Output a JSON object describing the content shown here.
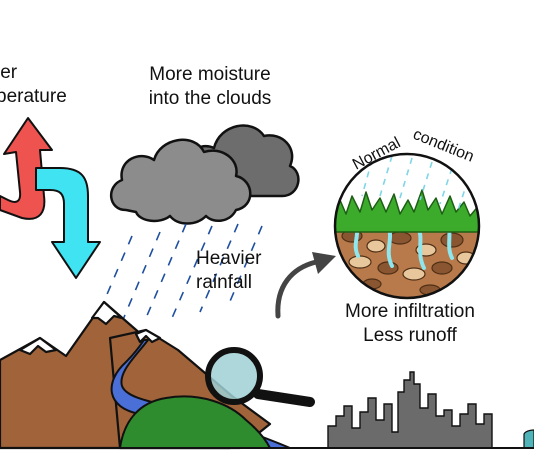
{
  "labels": {
    "temp_line1": "ier",
    "temp_line2": "perature",
    "moisture_line1": "More moisture",
    "moisture_line2": "into the clouds",
    "rain_line1": "Heavier",
    "rain_line2": "rainfall",
    "inset_title_a": "Normal",
    "inset_title_b": "condition",
    "inset_line1": "More infiltration",
    "inset_line2": "Less runoff"
  },
  "colors": {
    "warm_arrow": "#ef5350",
    "cool_arrow": "#3fe3f2",
    "cloud": "#8c8c8c",
    "cloud_dark": "#6d6d6d",
    "mountain": "#a0633a",
    "snow": "#ffffff",
    "hill": "#2e8b2e",
    "river": "#4a6fd6",
    "city": "#6b6b6b",
    "rain": "#1f4fa0",
    "soil": "#b97a4b",
    "grass": "#3cab2c",
    "water_drop": "#8ee6ee",
    "lens": "#9fd0d4"
  },
  "icons": [
    "warm-arrow-icon",
    "cool-arrow-icon",
    "storm-cloud-icon",
    "magnifier-icon",
    "curved-arrow-icon",
    "city-skyline-icon"
  ]
}
